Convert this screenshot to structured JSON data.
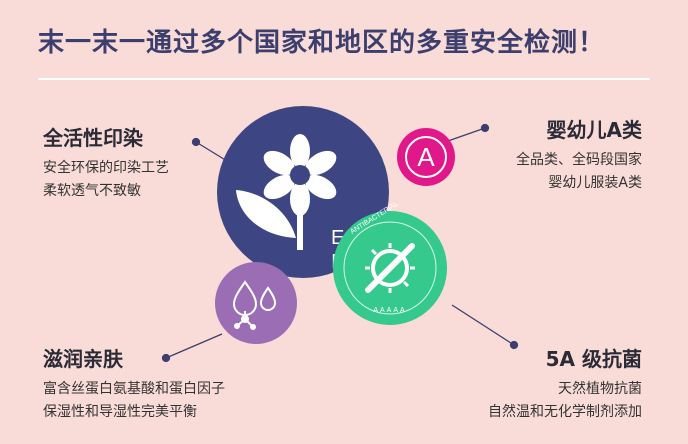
{
  "title": "末一末一通过多个国家和地区的多重安全检测！",
  "features": {
    "dyeing": {
      "heading": "全活性印染",
      "lines": [
        "安全环保的印染工艺",
        "柔软透气不致敏"
      ]
    },
    "baby": {
      "heading": "婴幼儿A类",
      "lines": [
        "全品类、全码段国家",
        "婴幼儿服装A类"
      ]
    },
    "moist": {
      "heading": "滋润亲肤",
      "lines": [
        "富含丝蛋白氨基酸和蛋白因子",
        "保湿性和导湿性完美平衡"
      ]
    },
    "anti": {
      "heading": "5A 级抗菌",
      "lines": [
        "天然植物抗菌",
        "自然温和无化学制剂添加"
      ]
    }
  },
  "badges": {
    "eco_text_1": "EC",
    "eco_text_2": "IN",
    "a_letter": "A",
    "antibacterial_label": "ANTIBACTERIAL",
    "grade_label": "AAAAA"
  },
  "colors": {
    "background": "#f9dcd7",
    "title": "#3c3f6e",
    "eco_circle": "#3d4583",
    "antibacterial_circle": "#35c98e",
    "a_circle": "#e0188a",
    "moist_circle": "#9a6db5"
  },
  "icons": [
    "flower-leaf-icon",
    "letter-a-icon",
    "virus-crossed-icon",
    "water-drop-molecule-icon"
  ]
}
